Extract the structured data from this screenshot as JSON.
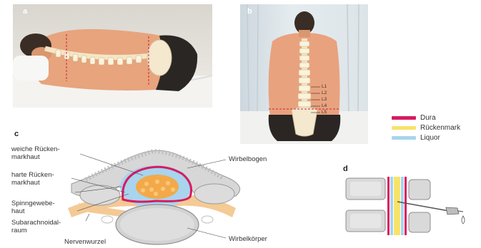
{
  "panels": {
    "a": {
      "letter": "a"
    },
    "b": {
      "letter": "b",
      "levels": [
        "L1",
        "L2",
        "L3",
        "L4",
        "L5"
      ]
    },
    "c": {
      "letter": "c",
      "labels": {
        "soft_membrane": "weiche Rücken-\nmarkhaut",
        "hard_membrane": "harte Rücken-\nmarkhaut",
        "arachnoid": "Spinngewebe-\nhaut",
        "subarachnoid": "Subarachnoidal-\nraum",
        "nerve_root": "Nervenwurzel",
        "vertebral_arch": "Wirbelbogen",
        "vertebral_body": "Wirbelkörper"
      }
    },
    "d": {
      "letter": "d"
    }
  },
  "legend": [
    {
      "label": "Dura",
      "color": "#d81b60"
    },
    {
      "label": "Rückenmark",
      "color": "#f7e36a"
    },
    {
      "label": "Liquor",
      "color": "#a8d4ee"
    }
  ]
}
